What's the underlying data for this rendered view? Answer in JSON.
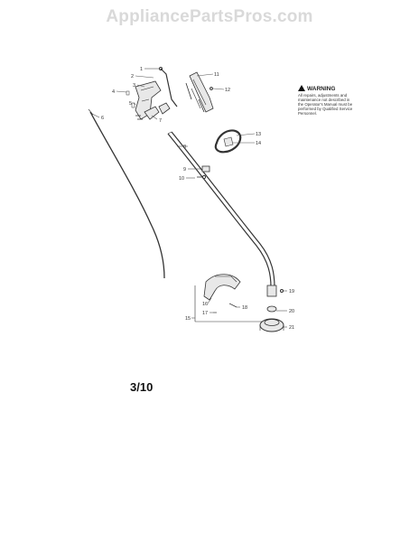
{
  "watermark": "AppliancePartsPros.com",
  "warning": {
    "title": "WARNING",
    "lines": [
      "All repairs, adjustments and",
      "maintenance not described in",
      "the Operator's Manual must be",
      "performed by Qualified Service",
      "Personnel."
    ]
  },
  "page_number": "3/10",
  "callouts": [
    "1",
    "2",
    "3",
    "4",
    "5",
    "6",
    "7",
    "8",
    "9",
    "10",
    "11",
    "12",
    "13",
    "14",
    "15",
    "16",
    "17",
    "18",
    "19",
    "20",
    "21"
  ]
}
